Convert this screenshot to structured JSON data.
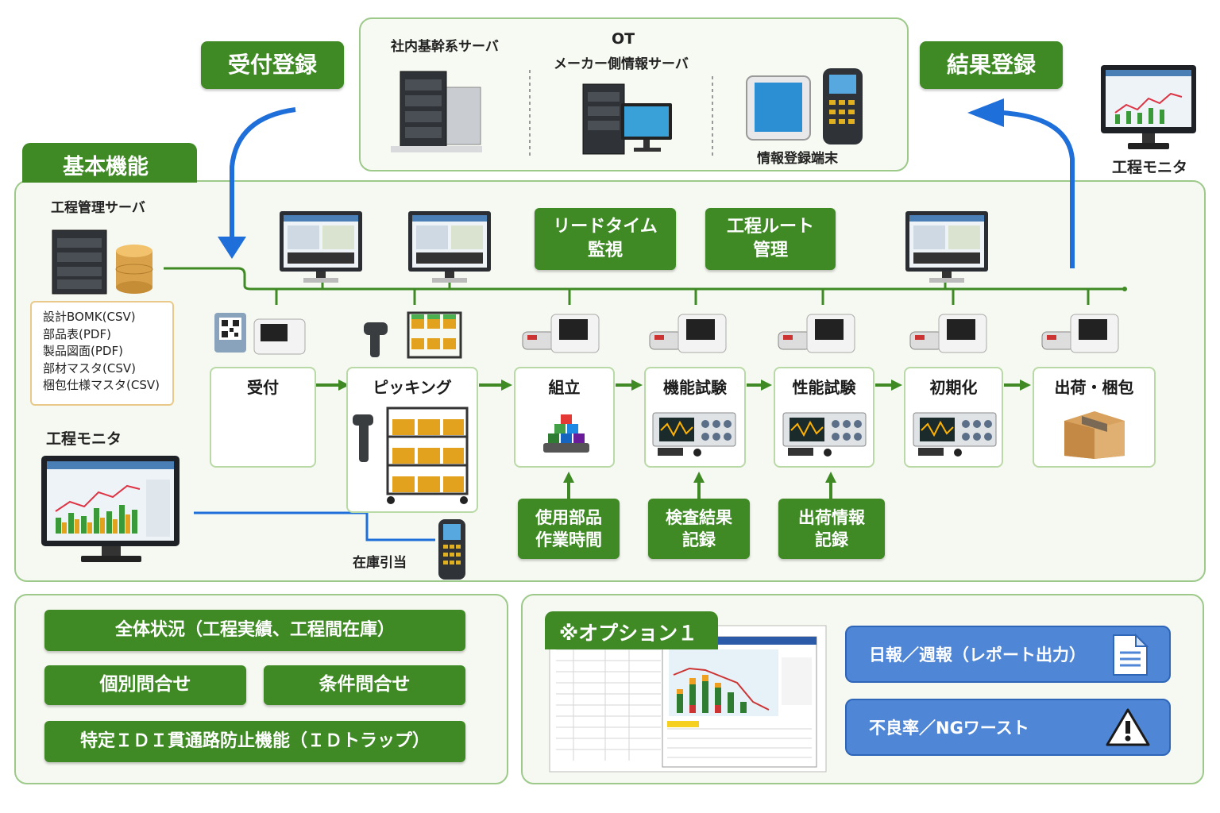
{
  "top": {
    "server1": "社内基幹系サーバ",
    "server2_line1": "OT",
    "server2_line2": "メーカー側情報サーバ",
    "terminal": "情報登録端末"
  },
  "uketsuke_touroku": "受付登録",
  "kekka_touroku": "結果登録",
  "top_monitor": "工程モニタ",
  "kihon_kinou": "基本機能",
  "server_label": "工程管理サーバ",
  "documents": [
    "設計BOMK(CSV)",
    "部品表(PDF)",
    "製品図面(PDF)",
    "部材マスタ(CSV)",
    "梱包仕様マスタ(CSV)"
  ],
  "left_monitor": "工程モニタ",
  "leadtime": "リードタイム\n監視",
  "route": "工程ルート\n管理",
  "steps": [
    "受付",
    "ピッキング",
    "組立",
    "機能試験",
    "性能試験",
    "初期化",
    "出荷・梱包"
  ],
  "stock": "在庫引当",
  "records": [
    "使用部品\n作業時間",
    "検査結果\n記録",
    "出荷情報\n記録"
  ],
  "bottom_left": {
    "overall": "全体状況（工程実績、工程間在庫）",
    "individual": "個別問合せ",
    "condition": "条件問合せ",
    "idtrap": "特定ＩＤＩ貫通路防止機能（ＩＤトラップ）"
  },
  "option": "※オプション１",
  "reports": "日報／週報（レポート出力）",
  "defect": "不良率／NGワースト",
  "colors": {
    "green": "#3f8a25",
    "blue": "#1e6fd9",
    "panel_border": "#9dc98a",
    "option_blue": "#4f86d6"
  }
}
